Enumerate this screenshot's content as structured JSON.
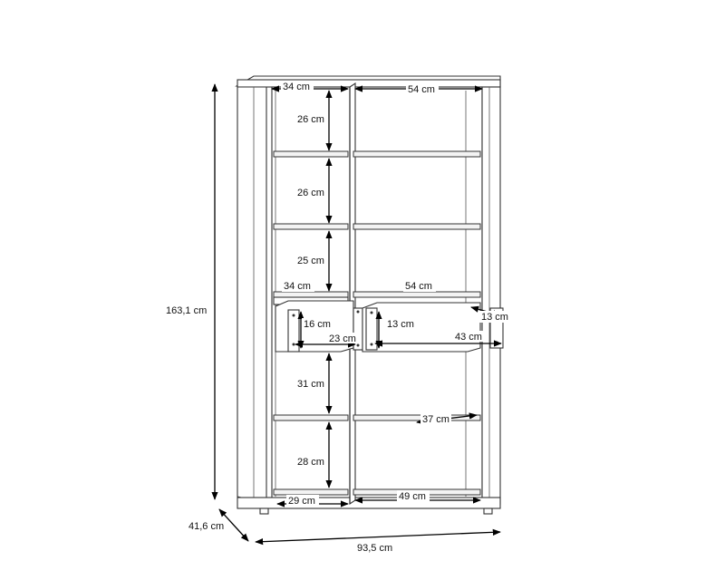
{
  "dimensions": {
    "overall_height": "163,1 cm",
    "overall_width": "93,5 cm",
    "overall_depth": "41,6 cm",
    "top_left_width": "34 cm",
    "top_right_width": "54 cm",
    "shelf1_height": "26 cm",
    "shelf2_height": "26 cm",
    "shelf3_height": "25 cm",
    "drawer_left_outer_width": "34 cm",
    "drawer_right_outer_width": "54 cm",
    "drawer_left_height": "16 cm",
    "drawer_right_height": "13 cm",
    "drawer_right_side_depth": "13 cm",
    "drawer_left_inner_width": "23 cm",
    "drawer_right_inner_width": "43 cm",
    "lower_left_height": "31 cm",
    "lower_right_depth": "37 cm",
    "bottom_left_height": "28 cm",
    "bottom_left_width": "29 cm",
    "bottom_right_width": "49 cm"
  }
}
